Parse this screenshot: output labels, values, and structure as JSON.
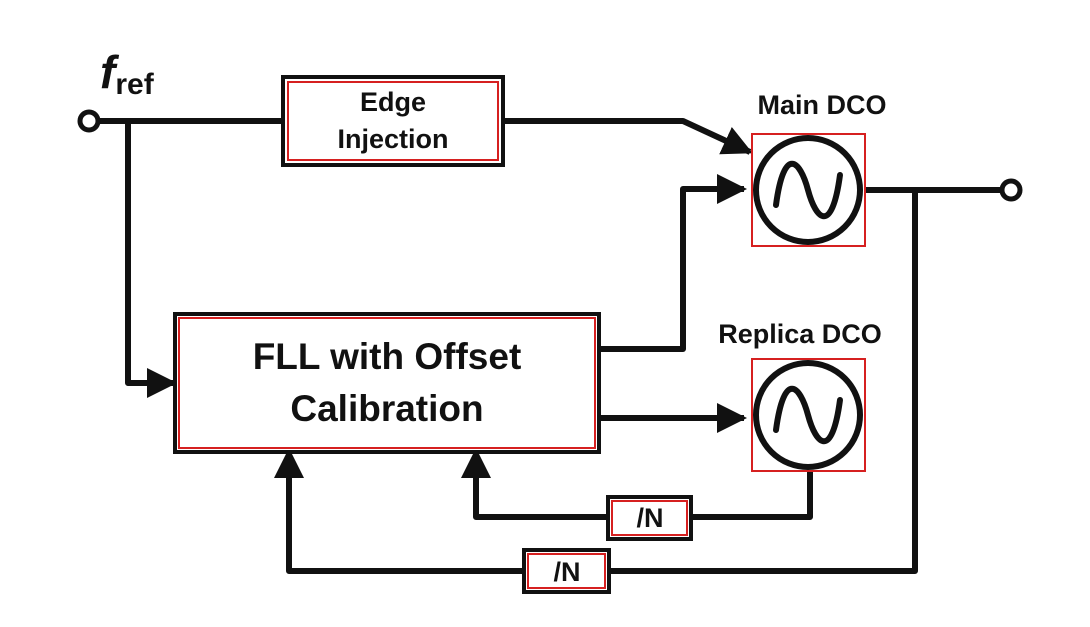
{
  "input": {
    "symbol": "f",
    "subscript": "ref"
  },
  "blocks": {
    "edge_injection": {
      "line1": "Edge",
      "line2": "Injection"
    },
    "fll": {
      "line1": "FLL with Offset",
      "line2": "Calibration"
    },
    "divider_inner": {
      "label": "/N"
    },
    "divider_outer": {
      "label": "/N"
    }
  },
  "oscillators": {
    "main": {
      "label": "Main DCO"
    },
    "replica": {
      "label": "Replica DCO"
    }
  },
  "colors": {
    "wire": "#111111",
    "block_border": "#111111",
    "highlight": "#d62020",
    "background": "#ffffff"
  }
}
